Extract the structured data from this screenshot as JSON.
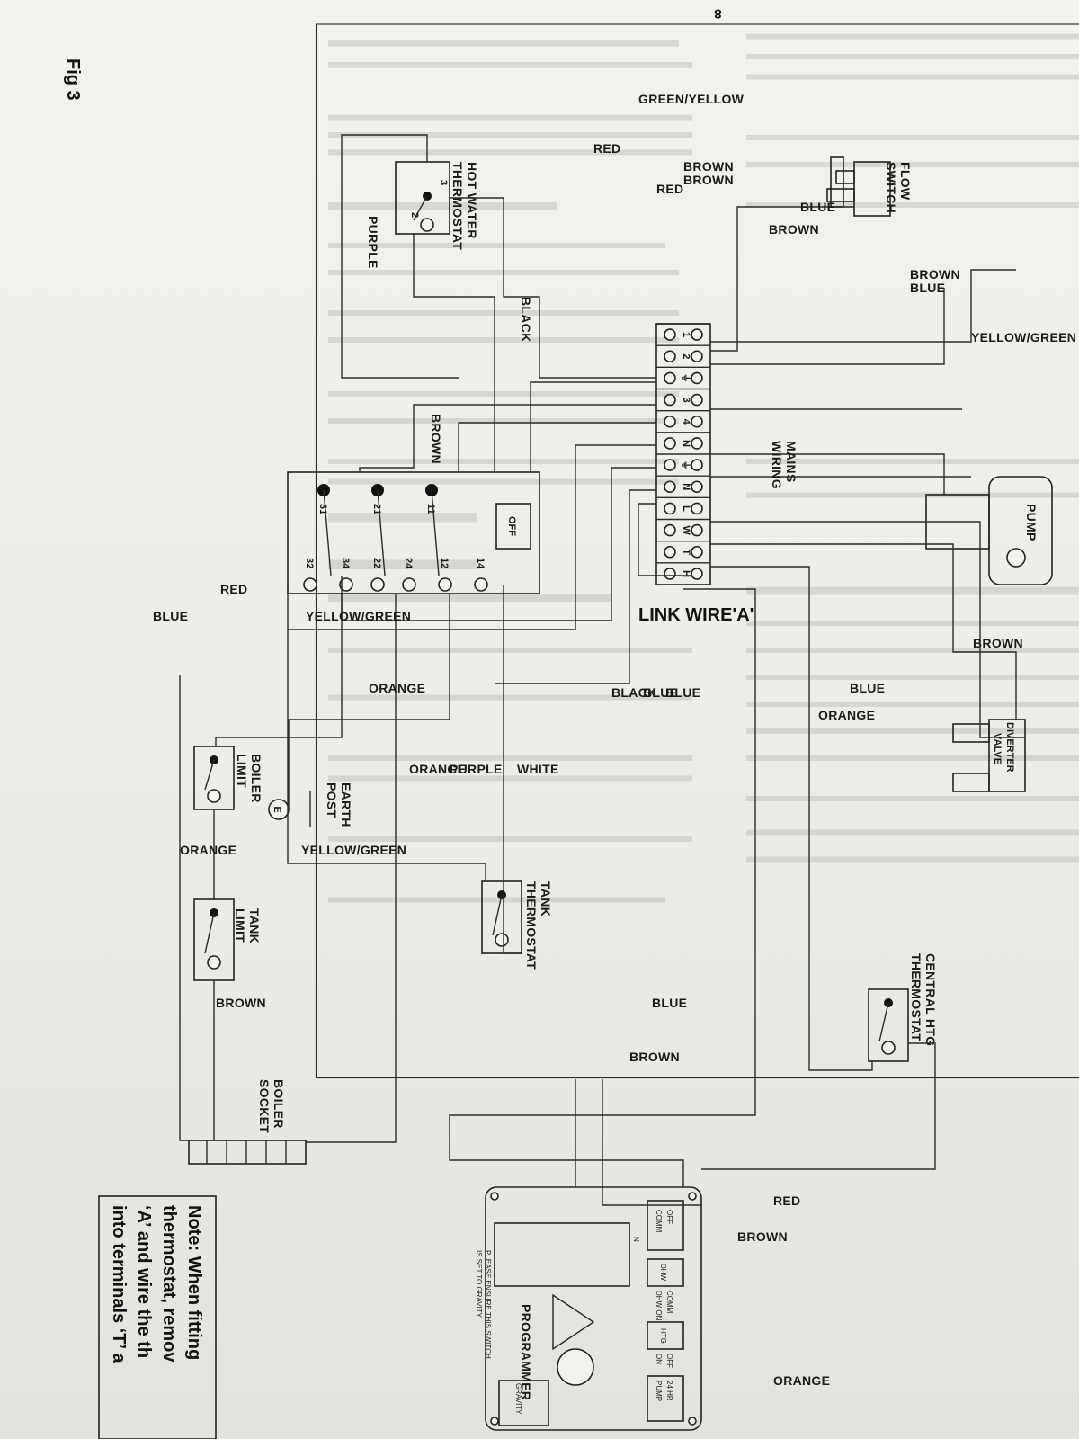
{
  "page_number": "8",
  "figure_label": "Fig 3",
  "components": {
    "flow_switch": "FLOW\nSWITCH",
    "pump": "PUMP",
    "diverter_valve": "DIVERTER\nVALVE",
    "central_htg_thermostat": "CENTRAL HTG\nTHERMOSTAT",
    "tank_thermostat": "TANK\nTHERMOSTAT",
    "hot_water_thermostat": "HOT WATER\nTHERMOSTAT",
    "boiler_limit": "BOILER\nLIMIT",
    "tank_limit": "TANK\nLIMIT",
    "earth_post": "EARTH\nPOST",
    "boiler_socket": "BOILER\nSOCKET",
    "mains_wiring": "MAINS\nWIRING",
    "link_wire": "LINK WIRE'A'",
    "programmer": "PROGRAMMER",
    "programmer_note": "PLEASE ENSURE THIS SWITCH\nIS SET TO GRAVITY."
  },
  "terminal_strip": [
    "1",
    "2",
    "⏚",
    "3",
    "4",
    "N",
    "⏚",
    "N",
    "L",
    "W",
    "T",
    "H"
  ],
  "relay": {
    "top": [
      "31",
      "21",
      "11"
    ],
    "bottom": [
      "32",
      "34",
      "22",
      "24",
      "12",
      "14"
    ],
    "off": "OFF"
  },
  "hw_thermostat_terminals": [
    "3",
    "2"
  ],
  "earth_symbol": "E",
  "programmer_labels": {
    "off_comm": "OFF\nCOMM",
    "n": "N",
    "dhw": "DHW",
    "comm_dhw_on": "COMM\nDHW ON",
    "htg": "HTG",
    "off_on": "OFF\nON",
    "hr_pump": "24 HR\nPUMP",
    "gravity": "GRAVITY"
  },
  "wire_labels": {
    "blue_flow": "BLUE",
    "brown_flow": "BROWN",
    "brown_supply": "BROWN",
    "blue_supply": "BLUE",
    "yellow_green_supply": "YELLOW/GREEN",
    "brown_1": "BROWN",
    "brown_2": "BROWN",
    "red_1": "RED",
    "green_yellow": "GREEN/YELLOW",
    "red_2": "RED",
    "black_hw": "BLACK",
    "purple_hw": "PURPLE",
    "brown_mid": "BROWN",
    "brown_diverter": "BROWN",
    "blue_diverter": "BLUE",
    "orange_cht": "ORANGE",
    "blue_1": "BLUE",
    "blue_2": "BLUE",
    "black_2": "BLACK",
    "white": "WHITE",
    "purple_tank": "PURPLE",
    "orange_1": "ORANGE",
    "orange_2": "ORANGE",
    "yellow_green_1": "YELLOW/GREEN",
    "red_limit": "RED",
    "blue_left": "BLUE",
    "orange_limit": "ORANGE",
    "yellow_green_2": "YELLOW/GREEN",
    "brown_socket": "BROWN",
    "blue_prog": "BLUE",
    "brown_prog": "BROWN",
    "red_prog": "RED",
    "brown_prog2": "BROWN",
    "orange_prog": "ORANGE"
  },
  "note_lines": [
    "Note: When fitting",
    "thermostat, remov",
    "‘A’ and wire the th",
    "into terminals ‘T’ a"
  ]
}
